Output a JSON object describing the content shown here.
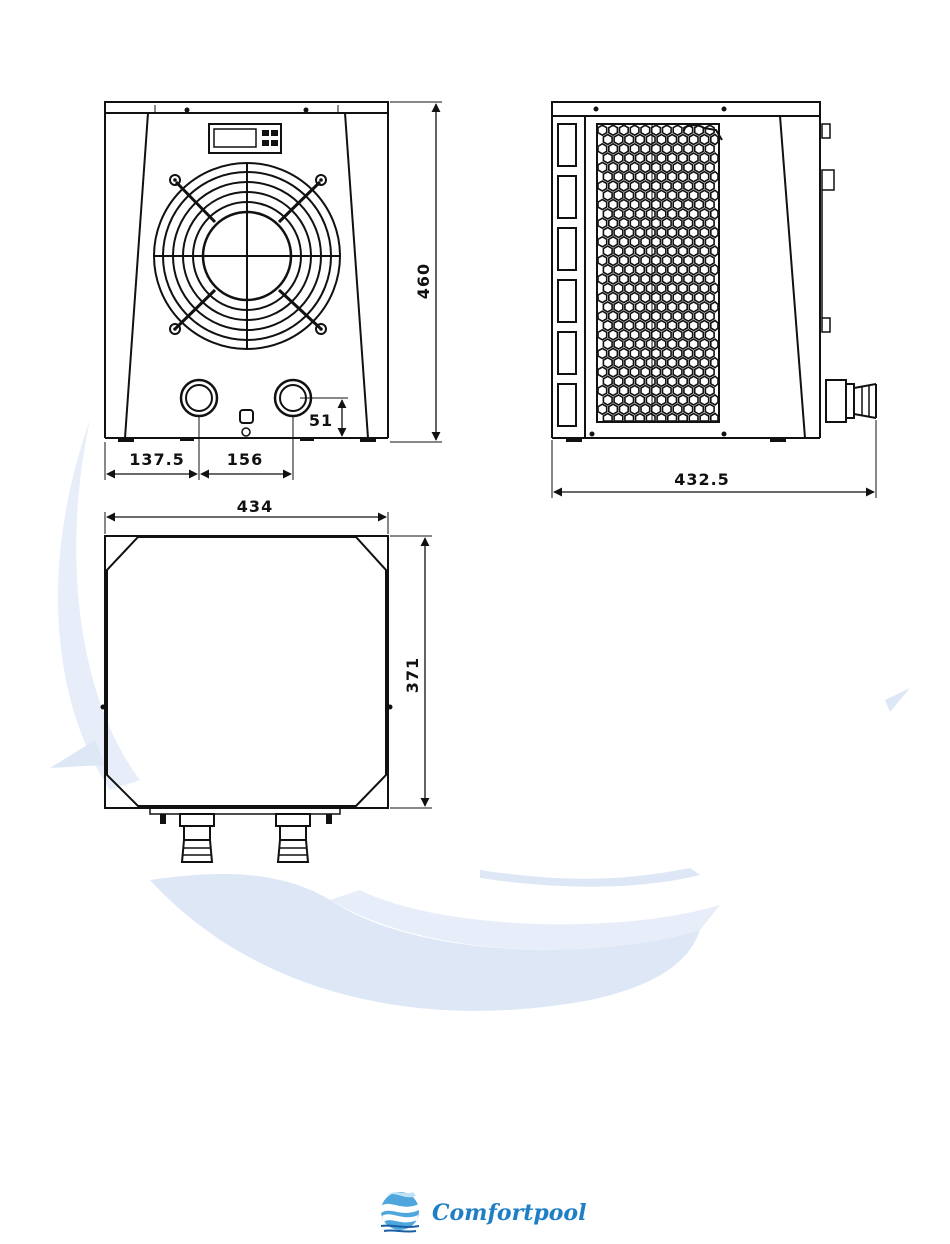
{
  "dimensions": {
    "front_height": "460",
    "front_left_offset": "137.5",
    "front_pipe_spacing": "156",
    "front_pipe_height": "51",
    "side_depth": "432.5",
    "top_width": "434",
    "top_depth": "371"
  },
  "brand": {
    "name": "Comfortpool"
  },
  "colors": {
    "line": "#111111",
    "watermark_a": "#dfe9f7",
    "watermark_b": "#e6eefa",
    "brand": "#1f7fc4"
  }
}
